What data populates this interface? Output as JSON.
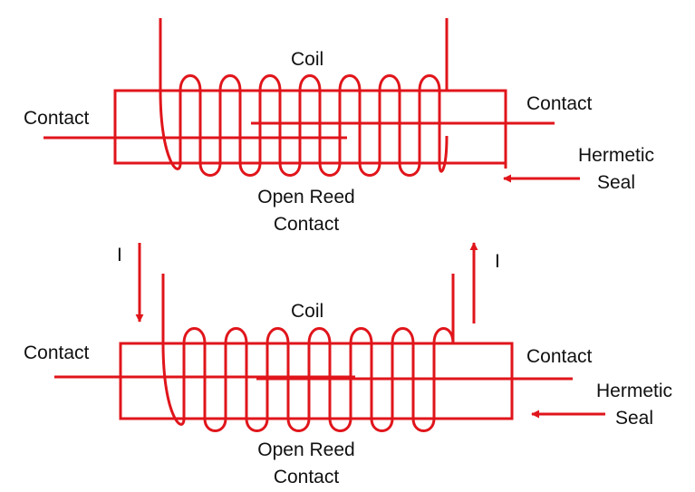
{
  "colors": {
    "wire": "#e0151b",
    "text": "#111111",
    "background": "#ffffff"
  },
  "top_relay": {
    "coil_label": "Coil",
    "left_contact_label": "Contact",
    "right_contact_label": "Contact",
    "seal_label_line1": "Hermetic",
    "seal_label_line2": "Seal",
    "reed_label_line1": "Open Reed",
    "reed_label_line2": "Contact"
  },
  "bottom_relay": {
    "coil_label": "Coil",
    "left_contact_label": "Contact",
    "right_contact_label": "Contact",
    "seal_label_line1": "Hermetic",
    "seal_label_line2": "Seal",
    "reed_label_line1": "Open Reed",
    "reed_label_line2": "Contact",
    "current_in_label": "I",
    "current_out_label": "I"
  }
}
